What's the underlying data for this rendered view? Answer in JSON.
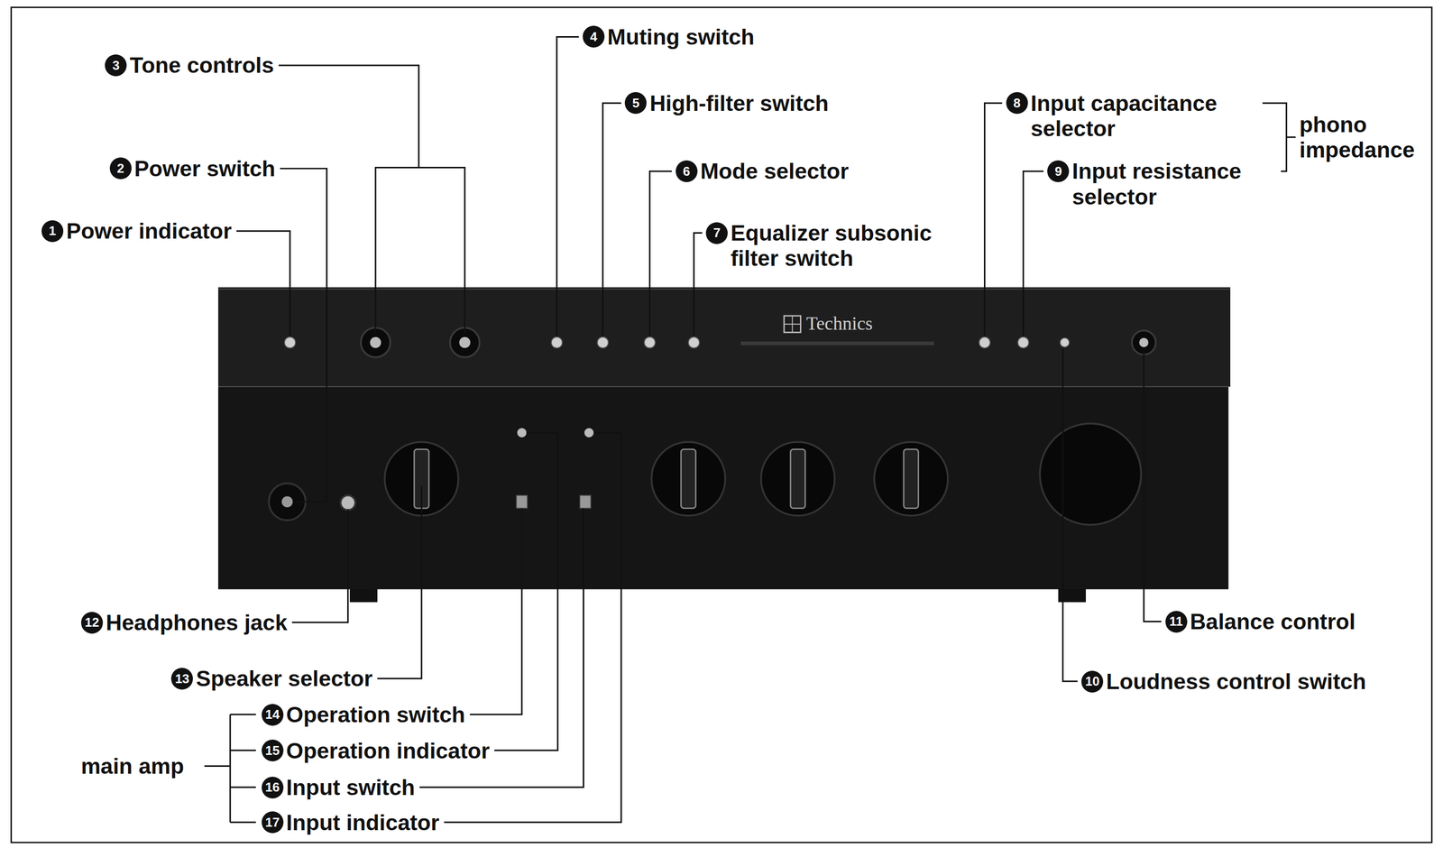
{
  "diagram": {
    "labels": [
      "1",
      "Power indicator",
      "2",
      "Power switch",
      "3",
      "Tone controls",
      "4",
      "Muting switch",
      "5",
      "High-filter switch",
      "6",
      "Mode selector",
      "7",
      "Equalizer subsonic filter switch",
      "8",
      "Input capacitance selector",
      "9",
      "Input resistance selector",
      "phono impedance",
      "Technics",
      "12",
      "Headphones jack",
      "13",
      "Speaker selector",
      "14",
      "Operation switch",
      "15",
      "Operation indicator",
      "16",
      "Input switch",
      "17",
      "Input indicator",
      "main amp",
      "11",
      "Balance control",
      "10",
      "Loudness control switch"
    ]
  }
}
